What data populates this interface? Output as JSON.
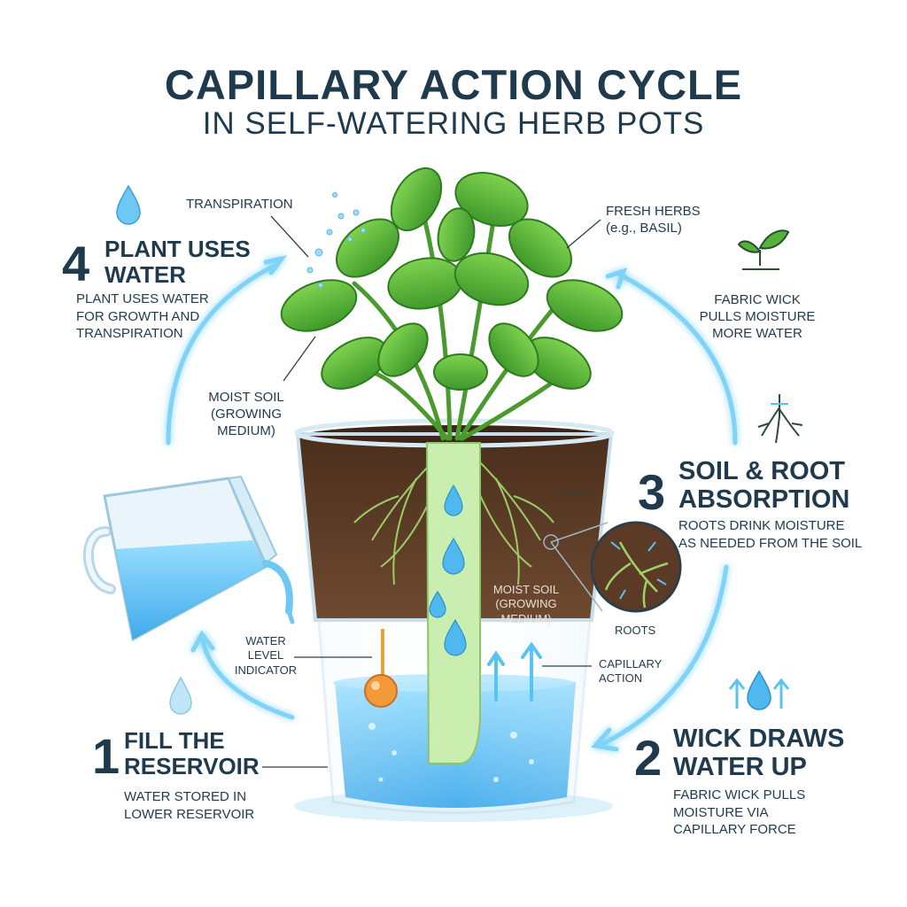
{
  "title": {
    "main": "CAPILLARY ACTION CYCLE",
    "sub": "IN SELF-WATERING HERB POTS"
  },
  "steps": [
    {
      "number": "1",
      "heading": [
        "FILL THE",
        "RESERVOIR"
      ],
      "description": [
        "WATER STORED IN",
        "LOWER RESERVOIR"
      ]
    },
    {
      "number": "2",
      "heading": [
        "WICK DRAWS",
        "WATER UP"
      ],
      "description": [
        "FABRIC WICK PULLS",
        "MOISTURE VIA",
        "CAPILLARY FORCE"
      ]
    },
    {
      "number": "3",
      "heading": [
        "SOIL & ROOT",
        "ABSORPTION"
      ],
      "description": [
        "ROOTS DRINK MOISTURE",
        "AS NEEDED FROM THE SOIL"
      ]
    },
    {
      "number": "4",
      "heading": [
        "PLANT USES",
        "WATER"
      ],
      "description": [
        "PLANT USES WATER",
        "FOR GROWTH AND",
        "TRANSPIRATION"
      ]
    }
  ],
  "labels": {
    "transpiration": "TRANSPIRATION",
    "fresh_herbs": [
      "FRESH HERBS",
      "(e.g., BASIL)"
    ],
    "fabric_wick": [
      "FABRIC WICK",
      "PULLS MOISTURE",
      "MORE WATER"
    ],
    "moist_soil_left": [
      "MOIST SOIL",
      "(GROWING",
      "MEDIUM)"
    ],
    "moist_soil_inner": [
      "MOIST SOIL",
      "(GROWING",
      "MEDIUM)"
    ],
    "roots": "ROOTS",
    "water_level": [
      "WATER",
      "LEVEL",
      "INDICATOR"
    ],
    "capillary_action": [
      "CAPILLARY",
      "ACTION"
    ]
  },
  "icons": [
    "water-drop-icon",
    "sprout-icon",
    "roots-icon",
    "watering-pitcher-icon",
    "upward-arrows-drop-icon"
  ],
  "colors": {
    "text": "#1f3a4d",
    "water": "#4fb8ef",
    "cycle_arrow": "#59c3f2",
    "leaf": "#56b33a",
    "soil": "#5b3b25",
    "wick": "#c9eeb0"
  }
}
